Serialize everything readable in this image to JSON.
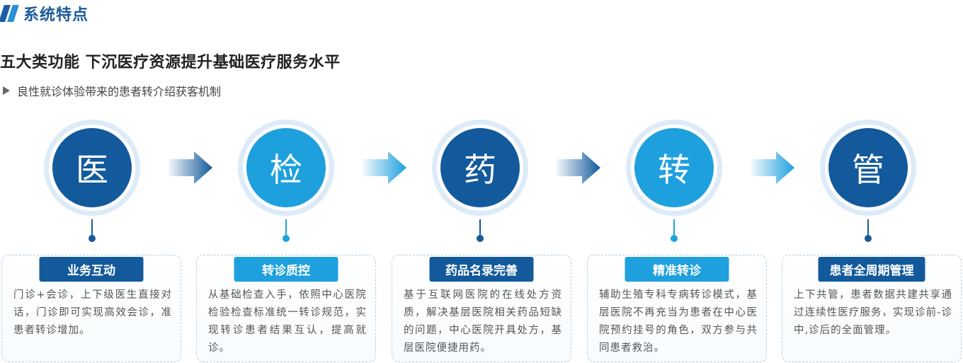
{
  "section": {
    "title": "系统特点"
  },
  "headline": "五大类功能 下沉医疗资源提升基础医疗服务水平",
  "subline": "良性就诊体验带来的患者转介绍获客机制",
  "colors": {
    "dark": "#135a9c",
    "light": "#1ea0de",
    "ring": "#dcebf7"
  },
  "steps": [
    {
      "char": "医",
      "title": "业务互动",
      "tone": "dark",
      "desc": "门诊+会诊，上下级医生直接对话，门诊即可实现高效会诊，准患者转诊增加。"
    },
    {
      "char": "检",
      "title": "转诊质控",
      "tone": "light",
      "desc": "从基础检查入手，依照中心医院检验检查标准统一转诊规范，实现转诊患者结果互认，提高就诊。"
    },
    {
      "char": "药",
      "title": "药品名录完善",
      "tone": "dark",
      "desc": "基于互联网医院的在线处方资质，解决基层医院相关药品短缺的问题，中心医院开具处方，基层医院便捷用药。"
    },
    {
      "char": "转",
      "title": "精准转诊",
      "tone": "light",
      "desc": "辅助生殖专科专病转诊模式，基层医院不再充当为患者在中心医院预约挂号的角色，双方参与共同患者救治。"
    },
    {
      "char": "管",
      "title": "患者全周期管理",
      "tone": "dark",
      "desc": "上下共管，患者数据共建共享通过连续性医疗服务，实现诊前-诊中,诊后的全面管理。"
    }
  ]
}
